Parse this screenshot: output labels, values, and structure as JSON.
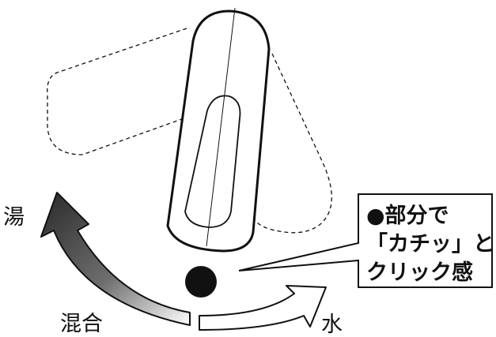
{
  "labels": {
    "hot": "湯",
    "mixed": "混合",
    "cold": "水"
  },
  "callout": {
    "line1": "●部分で",
    "line2": "「カチッ」と",
    "line3": "クリック感"
  },
  "colors": {
    "stroke": "#111111",
    "arrow_dark": "#333333",
    "arrow_light": "#ffffff"
  }
}
